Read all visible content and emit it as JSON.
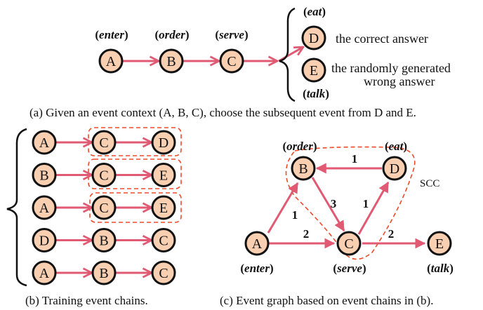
{
  "colors": {
    "node_fill": "#f9cfb2",
    "node_stroke": "#111111",
    "edge": "#e05a73",
    "dashed_group": "#f04a2a"
  },
  "panel_a": {
    "chain": [
      {
        "id": "A",
        "verb": "enter"
      },
      {
        "id": "B",
        "verb": "order"
      },
      {
        "id": "C",
        "verb": "serve"
      }
    ],
    "candidates": [
      {
        "id": "D",
        "verb": "eat",
        "description": [
          "the correct answer"
        ]
      },
      {
        "id": "E",
        "verb": "talk",
        "description": [
          "the randomly generated",
          "wrong answer"
        ]
      }
    ],
    "caption": "(a) Given an event context (A, B, C), choose the subsequent event from D and E."
  },
  "panel_b": {
    "chains": [
      [
        "A",
        "C",
        "D"
      ],
      [
        "B",
        "C",
        "E"
      ],
      [
        "A",
        "C",
        "E"
      ],
      [
        "D",
        "B",
        "C"
      ],
      [
        "A",
        "B",
        "C"
      ]
    ],
    "highlighted_rows": [
      0,
      1,
      2
    ],
    "caption": "(b) Training event chains."
  },
  "panel_c": {
    "nodes": [
      {
        "id": "A",
        "verb": "enter"
      },
      {
        "id": "B",
        "verb": "order"
      },
      {
        "id": "C",
        "verb": "serve"
      },
      {
        "id": "D",
        "verb": "eat"
      },
      {
        "id": "E",
        "verb": "talk"
      }
    ],
    "edges": [
      {
        "from": "D",
        "to": "B",
        "weight": "1"
      },
      {
        "from": "A",
        "to": "B",
        "weight": "1"
      },
      {
        "from": "B",
        "to": "C",
        "weight": "3"
      },
      {
        "from": "C",
        "to": "D",
        "weight": "1"
      },
      {
        "from": "A",
        "to": "C",
        "weight": "2"
      },
      {
        "from": "C",
        "to": "E",
        "weight": "2"
      }
    ],
    "scc_label": "SCC",
    "caption": "(c) Event graph based on event chains in (b)."
  }
}
